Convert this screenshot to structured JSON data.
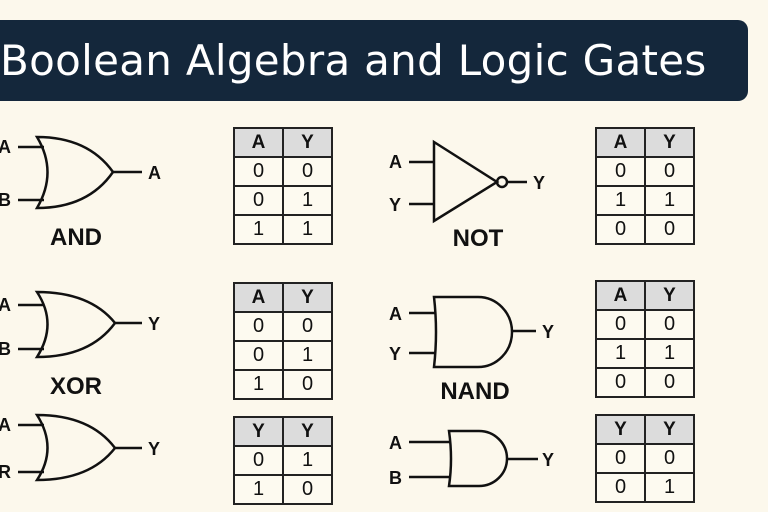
{
  "title": "Boolean Algebra and Logic Gates",
  "colors": {
    "title_bar": "#14273b",
    "background": "#fcf8ec",
    "header_cell": "#dcdcdc"
  },
  "gates": [
    {
      "name": "AND",
      "shape": "or-gate",
      "inputs": [
        "A",
        "B"
      ],
      "output": "A"
    },
    {
      "name": "XOR",
      "shape": "or-gate",
      "inputs": [
        "A",
        "B"
      ],
      "output": "Y"
    },
    {
      "name": "",
      "shape": "or-gate",
      "inputs": [
        "A",
        "R"
      ],
      "output": "Y"
    },
    {
      "name": "NOT",
      "shape": "not-gate",
      "inputs": [
        "A",
        "Y"
      ],
      "output": "Y"
    },
    {
      "name": "NAND",
      "shape": "and-gate",
      "inputs": [
        "A",
        "Y"
      ],
      "output": "Y"
    },
    {
      "name": "",
      "shape": "and-gate",
      "inputs": [
        "A",
        "B"
      ],
      "output": "Y"
    }
  ],
  "tables": [
    {
      "headers": [
        "A",
        "Y"
      ],
      "rows": [
        [
          "0",
          "0"
        ],
        [
          "0",
          "1"
        ],
        [
          "1",
          "1"
        ]
      ]
    },
    {
      "headers": [
        "A",
        "Y"
      ],
      "rows": [
        [
          "0",
          "0"
        ],
        [
          "0",
          "1"
        ],
        [
          "1",
          "0"
        ]
      ]
    },
    {
      "headers": [
        "Y",
        "Y"
      ],
      "rows": [
        [
          "0",
          "1"
        ],
        [
          "1",
          "0"
        ]
      ]
    },
    {
      "headers": [
        "A",
        "Y"
      ],
      "rows": [
        [
          "0",
          "0"
        ],
        [
          "1",
          "1"
        ],
        [
          "0",
          "0"
        ]
      ]
    },
    {
      "headers": [
        "A",
        "Y"
      ],
      "rows": [
        [
          "0",
          "0"
        ],
        [
          "1",
          "1"
        ],
        [
          "0",
          "0"
        ]
      ]
    },
    {
      "headers": [
        "Y",
        "Y"
      ],
      "rows": [
        [
          "0",
          "0"
        ],
        [
          "0",
          "1"
        ]
      ]
    }
  ]
}
